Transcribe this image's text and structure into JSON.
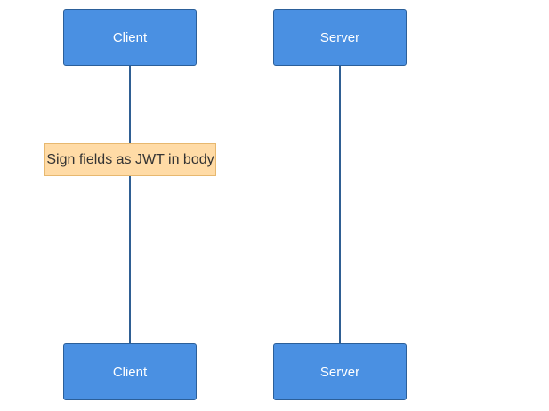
{
  "participants": {
    "client": {
      "top_label": "Client",
      "bottom_label": "Client"
    },
    "server": {
      "top_label": "Server",
      "bottom_label": "Server"
    }
  },
  "note": {
    "text": "Sign fields as JWT in body"
  },
  "colors": {
    "participant_fill": "#4a90e2",
    "participant_border": "#2b5f99",
    "lifeline": "#2f5f93",
    "note_fill": "#ffdba6",
    "note_border": "#e7b86f",
    "background": "#ffffff"
  }
}
